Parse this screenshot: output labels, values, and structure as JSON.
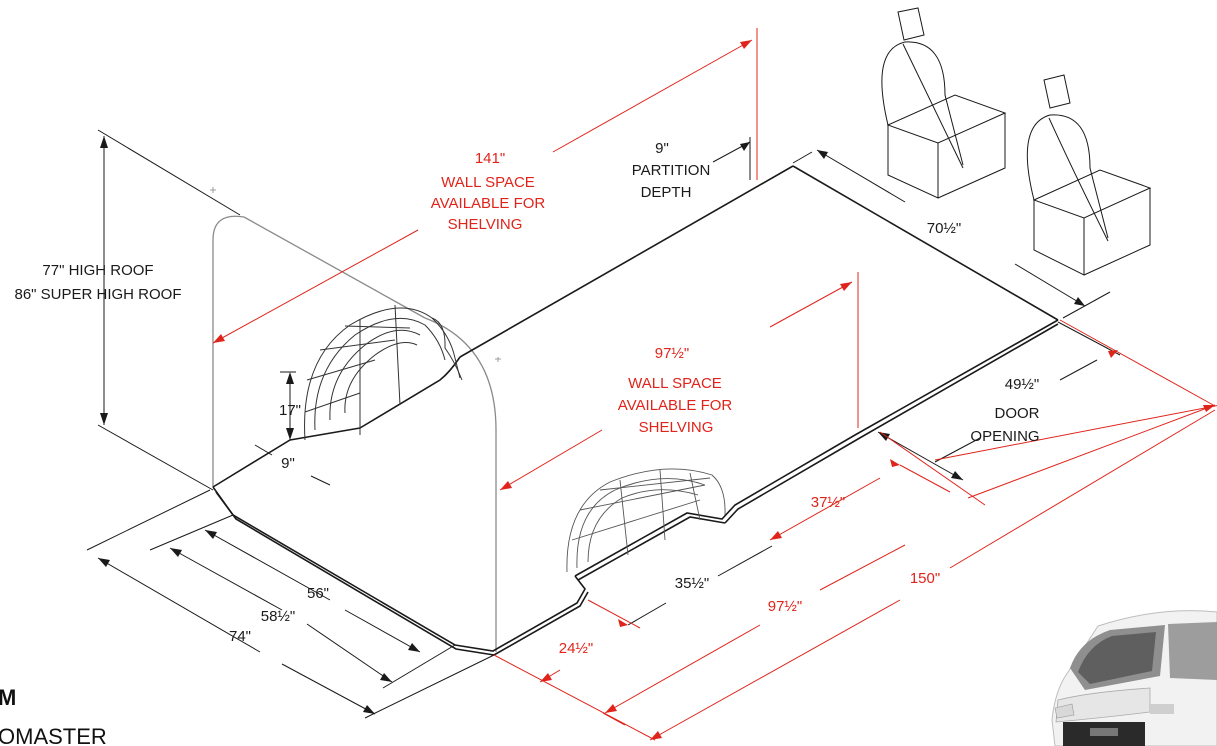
{
  "colors": {
    "line": "#1a1a1a",
    "outline_gray": "#8a8a8a",
    "dimension_red": "#e0241b",
    "background": "#ffffff"
  },
  "labels": {
    "roof_high": "77\" HIGH ROOF",
    "roof_super_high": "86\" SUPER HIGH ROOF",
    "wall_141": {
      "value": "141\"",
      "line1": "WALL SPACE",
      "line2": "AVAILABLE FOR",
      "line3": "SHELVING"
    },
    "partition": {
      "value": "9\"",
      "line1": "PARTITION",
      "line2": "DEPTH"
    },
    "width_70": "70½\"",
    "wall_97": {
      "value": "97½\"",
      "line1": "WALL SPACE",
      "line2": "AVAILABLE FOR",
      "line3": "SHELVING"
    },
    "door": {
      "value": "49½\"",
      "line1": "DOOR",
      "line2": "OPENING"
    },
    "wheel_well_height": "17\"",
    "wheel_well_depth": "9\"",
    "dim_37": "37½\"",
    "dim_35": "35½\"",
    "dim_97_floor": "97½\"",
    "dim_150": "150\"",
    "dim_24": "24½\"",
    "dim_56": "56\"",
    "dim_58": "58½\"",
    "dim_74": "74\""
  },
  "bottom_left": {
    "line1": "M",
    "line2": "OMASTER"
  },
  "icons": {
    "seats": "seat-icon",
    "van": "van-photo"
  }
}
